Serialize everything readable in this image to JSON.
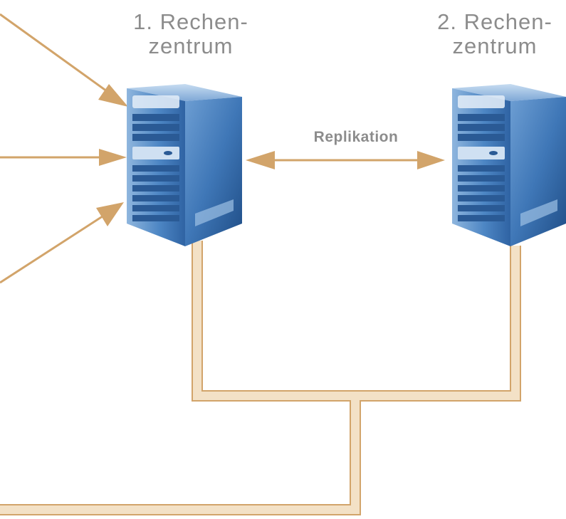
{
  "labels": {
    "datacenter_1": {
      "line1": "1. Rechen-",
      "line2": "zentrum"
    },
    "datacenter_2": {
      "line1": "2. Rechen-",
      "line2": "zentrum"
    },
    "replication": "Replikation"
  },
  "colors": {
    "arrow": "#d2a46a",
    "cable_fill": "#f3e1c6",
    "cable_border": "#d2a46a",
    "text": "#8c8c8c",
    "server_blue": "#3e78b8"
  }
}
